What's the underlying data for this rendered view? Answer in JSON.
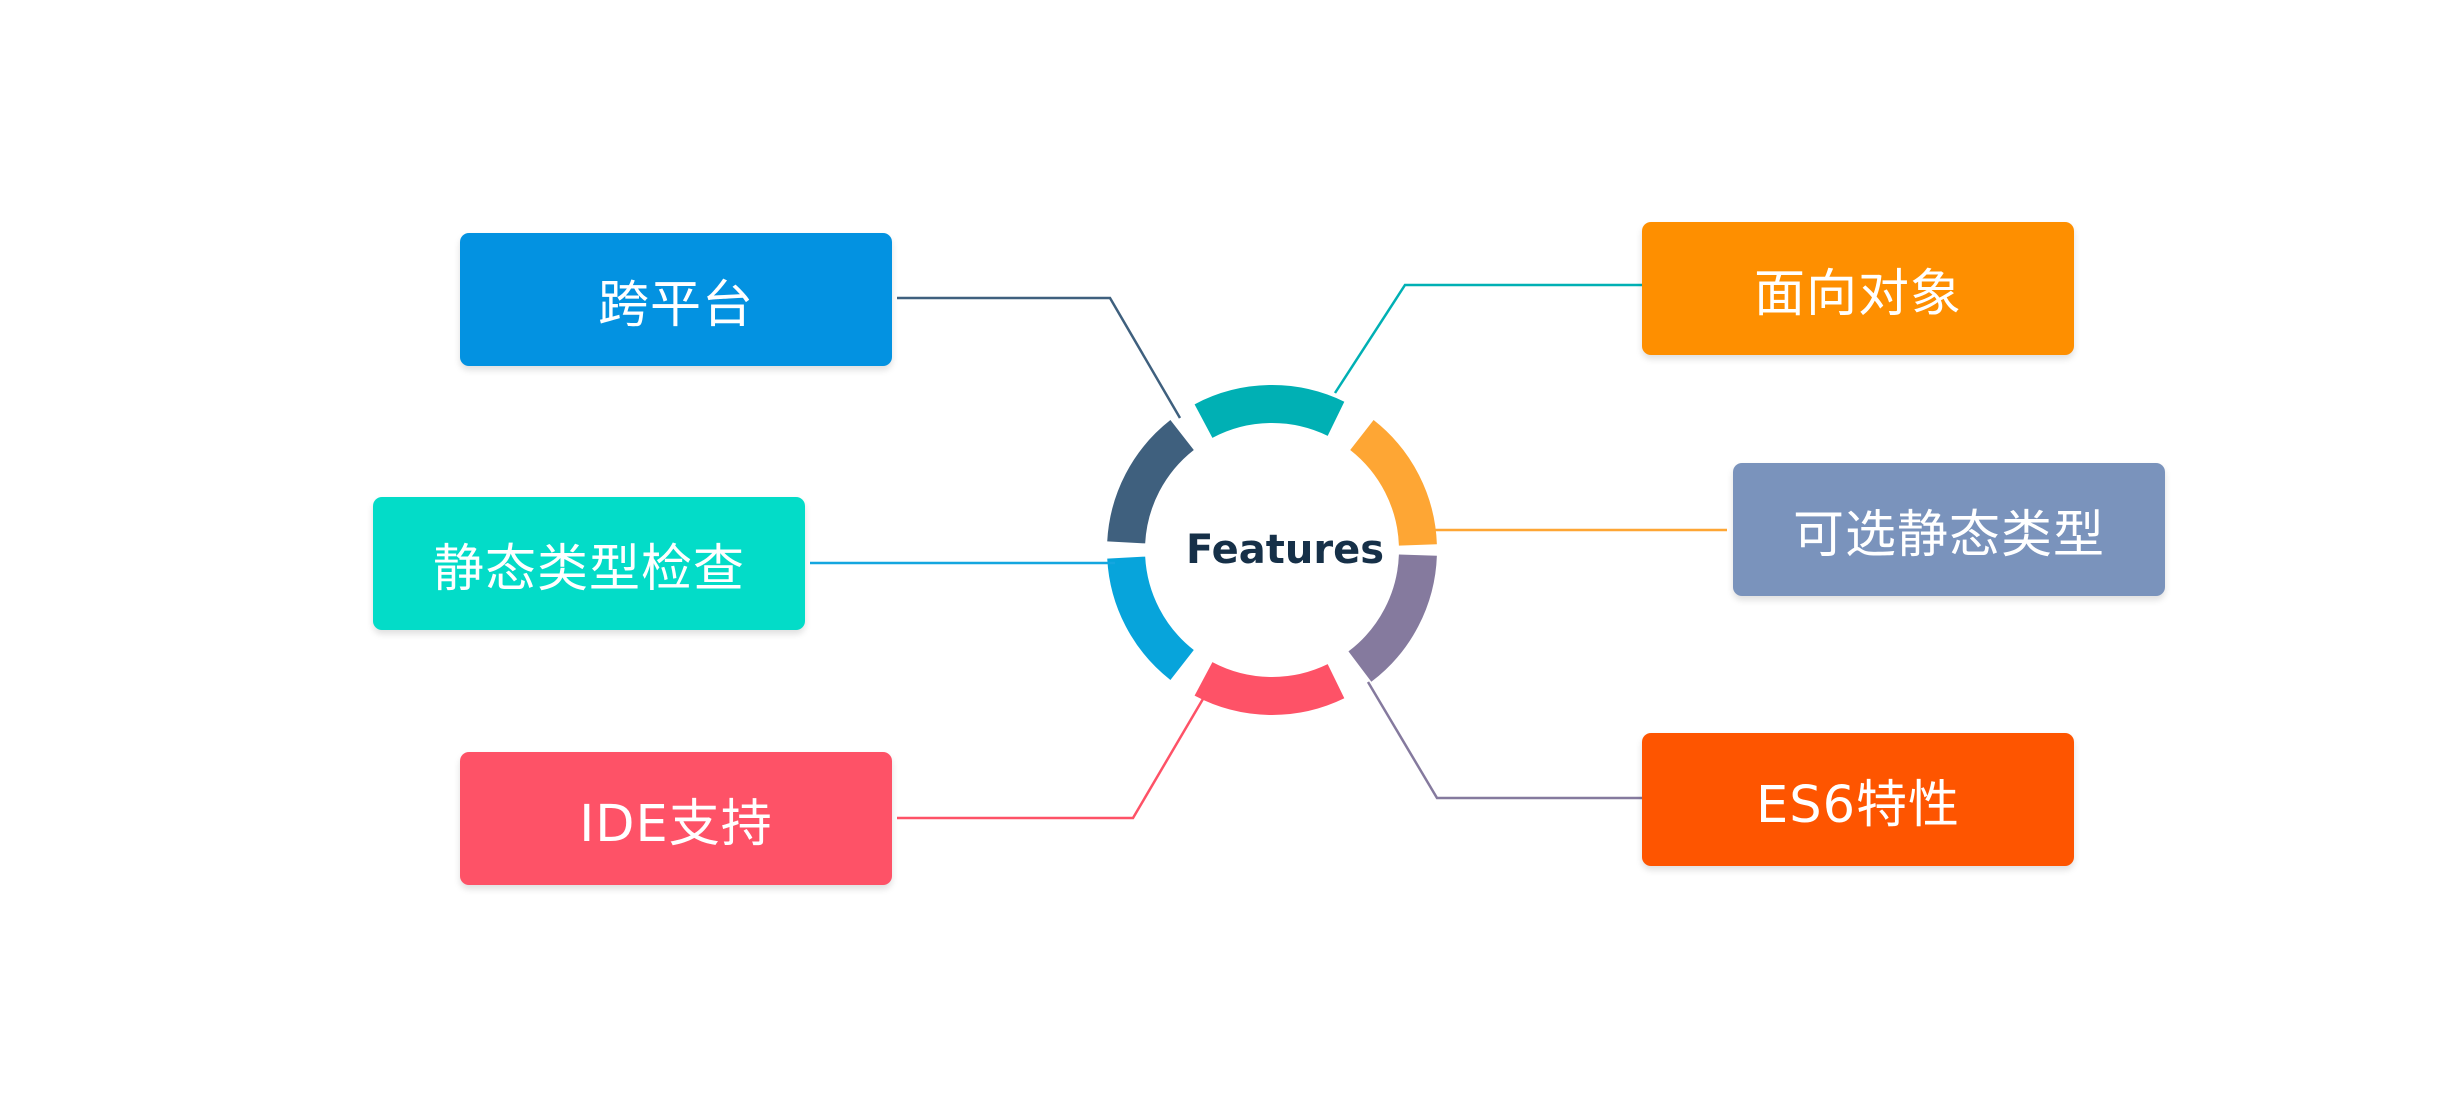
{
  "center": {
    "label": "Features"
  },
  "features": [
    {
      "id": "cross-platform",
      "label": "跨平台",
      "color": "#0392e1",
      "ring_color": "#3f607e",
      "line_color": "#3f607e"
    },
    {
      "id": "static-check",
      "label": "静态类型检查",
      "color": "#03dcc8",
      "ring_color": "#07a4db",
      "line_color": "#14a6df"
    },
    {
      "id": "ide",
      "label": "IDE支持",
      "color": "#fe5267",
      "ring_color": "#fe5267",
      "line_color": "#fe5267"
    },
    {
      "id": "oop",
      "label": "面向对象",
      "color": "#fe8f00",
      "ring_color": "#00b0b4",
      "line_color": "#00b0b4"
    },
    {
      "id": "optional-types",
      "label": "可选静态类型",
      "color": "#7a93bc",
      "ring_color": "#fea634",
      "line_color": "#fea634"
    },
    {
      "id": "es6",
      "label": "ES6特性",
      "color": "#fe5500",
      "ring_color": "#857a9e",
      "line_color": "#857a9e"
    }
  ]
}
